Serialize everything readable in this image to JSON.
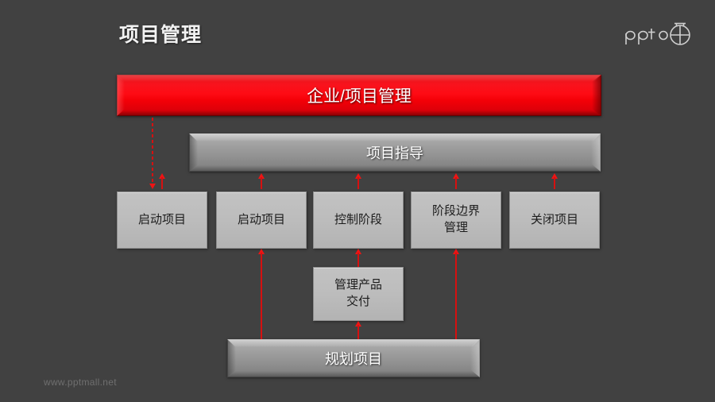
{
  "slide": {
    "title": "项目管理",
    "background_color": "#414141",
    "watermark": "www.pptmall.net"
  },
  "logo": {
    "name": "pptmall-logo",
    "wordmark": "ppt",
    "accent_color": "#cfcfcf"
  },
  "diagram_data": {
    "type": "diagram",
    "accent_color": "#ef1414",
    "nodes": [
      {
        "id": "enterprise",
        "label": "企业/项目管理",
        "style": "red-bar",
        "level": 0
      },
      {
        "id": "guidance",
        "label": "项目指导",
        "style": "gray-bar",
        "level": 1
      },
      {
        "id": "startup1",
        "label": "启动项目",
        "style": "flat-box",
        "level": 2
      },
      {
        "id": "startup2",
        "label": "启动项目",
        "style": "flat-box",
        "level": 2
      },
      {
        "id": "control",
        "label": "控制阶段",
        "style": "flat-box",
        "level": 2
      },
      {
        "id": "boundary",
        "label": "阶段边界\n管理",
        "style": "flat-box",
        "level": 2
      },
      {
        "id": "close",
        "label": "关闭项目",
        "style": "flat-box",
        "level": 2
      },
      {
        "id": "delivery",
        "label": "管理产品\n交付",
        "style": "flat-box",
        "level": 3
      },
      {
        "id": "planning",
        "label": "规划项目",
        "style": "gray-bar",
        "level": 4
      }
    ],
    "edges": [
      {
        "from": "enterprise",
        "to": "startup1",
        "direction": "down",
        "style": "dashed"
      },
      {
        "from": "startup1",
        "to": "guidance",
        "direction": "up",
        "style": "solid"
      },
      {
        "from": "startup2",
        "to": "guidance",
        "direction": "up",
        "style": "solid"
      },
      {
        "from": "control",
        "to": "guidance",
        "direction": "up",
        "style": "solid"
      },
      {
        "from": "boundary",
        "to": "guidance",
        "direction": "up",
        "style": "solid"
      },
      {
        "from": "close",
        "to": "guidance",
        "direction": "up",
        "style": "solid"
      },
      {
        "from": "delivery",
        "to": "control",
        "direction": "up",
        "style": "solid"
      },
      {
        "from": "planning",
        "to": "startup2",
        "direction": "up",
        "style": "solid"
      },
      {
        "from": "planning",
        "to": "delivery",
        "direction": "up",
        "style": "solid"
      },
      {
        "from": "planning",
        "to": "boundary",
        "direction": "up",
        "style": "solid"
      }
    ]
  },
  "nodes": {
    "enterprise": "企业/项目管理",
    "guidance": "项目指导",
    "startup1": "启动项目",
    "startup2": "启动项目",
    "control": "控制阶段",
    "boundary_l1": "阶段边界",
    "boundary_l2": "管理",
    "close": "关闭项目",
    "delivery_l1": "管理产品",
    "delivery_l2": "交付",
    "planning": "规划项目"
  }
}
